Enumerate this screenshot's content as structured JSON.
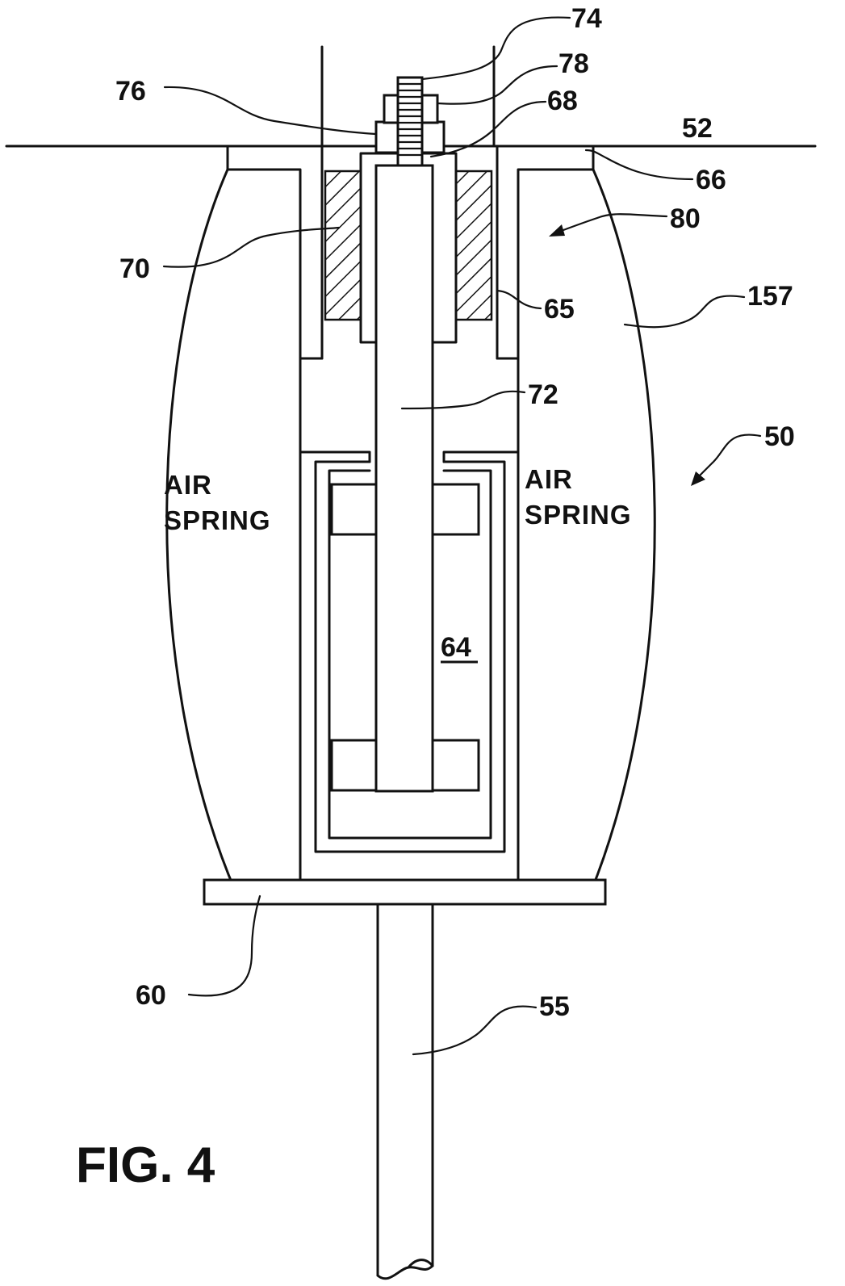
{
  "figure": {
    "title": "FIG. 4",
    "inner_labels": {
      "left_air_spring": [
        "AIR",
        "SPRING"
      ],
      "right_air_spring": [
        "AIR",
        "SPRING"
      ],
      "housing": "64"
    },
    "reference_numerals": {
      "n74": "74",
      "n78": "78",
      "n76": "76",
      "n68": "68",
      "n52": "52",
      "n66": "66",
      "n80": "80",
      "n70": "70",
      "n65": "65",
      "n157": "157",
      "n72": "72",
      "n50": "50",
      "n60": "60",
      "n55": "55"
    }
  }
}
